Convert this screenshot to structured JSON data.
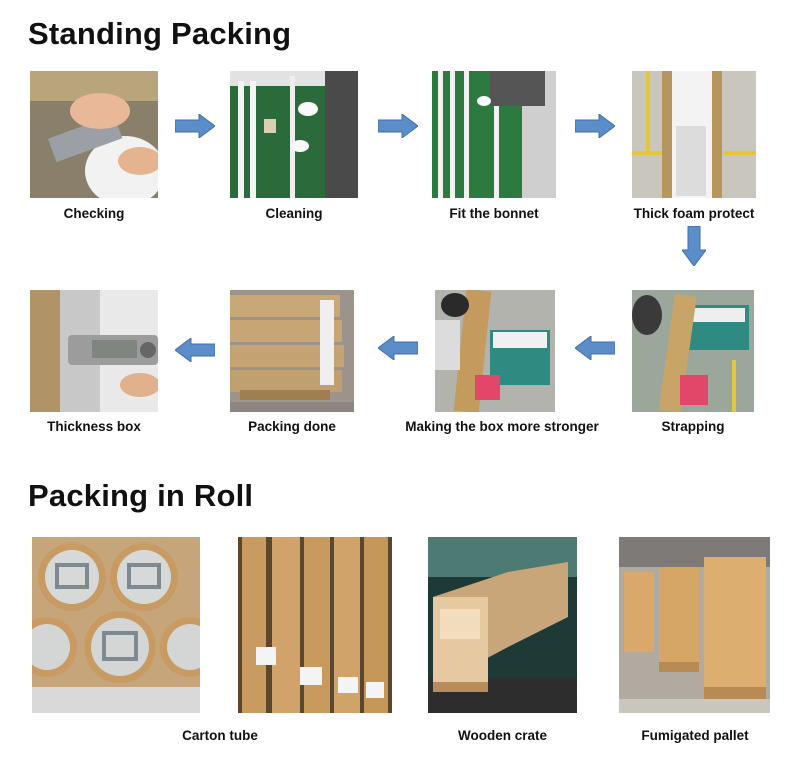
{
  "section1": {
    "title": "Standing Packing",
    "steps": [
      "Checking",
      "Cleaning",
      "Fit the bonnet",
      "Thick foam protect",
      "Strapping",
      "Making the box more stronger",
      "Packing done",
      "Thickness box"
    ]
  },
  "section2": {
    "title": "Packing in Roll",
    "items": [
      "Carton tube",
      "Wooden crate",
      "Fumigated pallet"
    ]
  },
  "colors": {
    "arrow": "#5b8ec9",
    "arrow_edge": "#3f6fa8"
  }
}
